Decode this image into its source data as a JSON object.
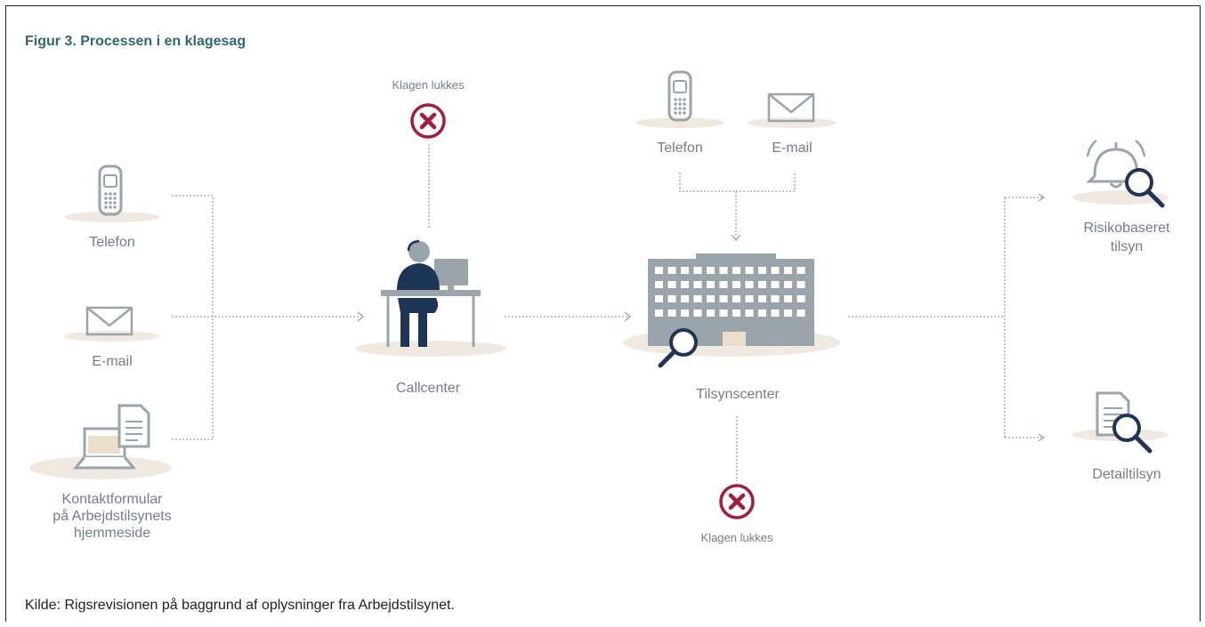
{
  "figure": {
    "title": "Figur 3. Processen i en klagesag",
    "source": "Kilde:  Rigsrevisionen på baggrund af oplysninger fra Arbejdstilsynet."
  },
  "inputs": {
    "phone": "Telefon",
    "email": "E-mail",
    "form": "Kontaktformular\npå Arbejdstilsynets\nhjemmeside"
  },
  "callcenter": {
    "label": "Callcenter",
    "closed_label": "Klagen lukkes"
  },
  "tilsynscenter": {
    "label": "Tilsynscenter",
    "phone": "Telefon",
    "email": "E-mail",
    "closed_label": "Klagen lukkes"
  },
  "outcomes": {
    "risk": "Risikobaseret\ntilsyn",
    "detail": "Detailtilsyn"
  },
  "colors": {
    "title": "#2f6772",
    "icon_grey": "#9aa5ab",
    "navy": "#1d3557",
    "close_red": "#a51c3c",
    "shadow": "#efe9e0",
    "connector": "#9aa5ab"
  }
}
